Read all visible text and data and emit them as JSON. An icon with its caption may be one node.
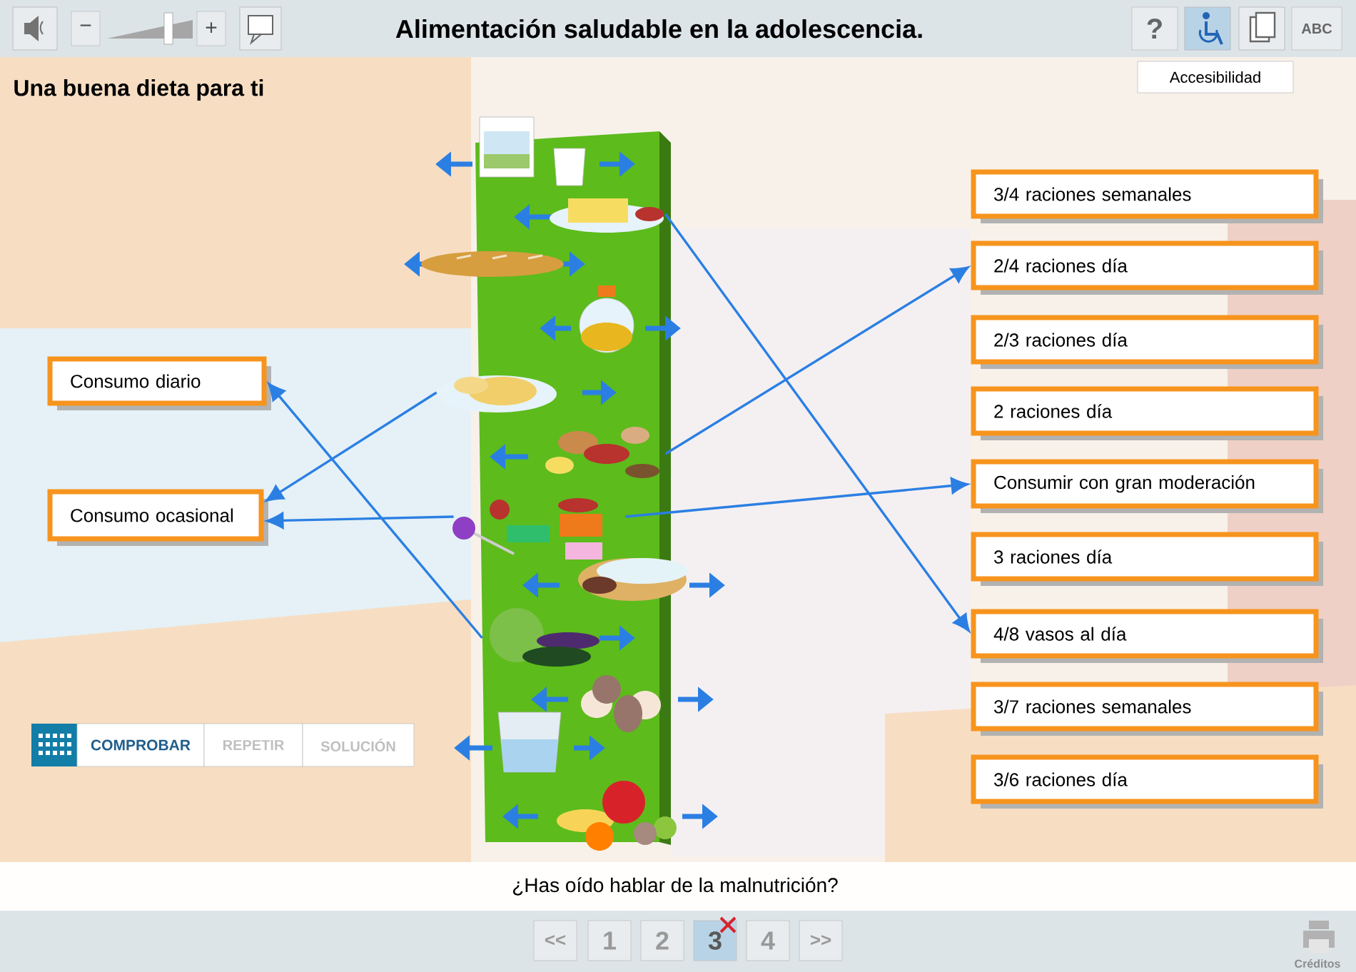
{
  "diagram": {
    "title": "Alimentación saludable en la adolescencia.",
    "nodes": [
      {
        "text": [
          "Consumo diario"
        ]
      },
      {
        "text": [
          "Consumo ocasional"
        ]
      },
      {
        "text": [],
        "shape": "picture"
      },
      {
        "text": [],
        "shape": "picture"
      },
      {
        "text": [],
        "shape": "picture"
      },
      {
        "text": [],
        "shape": "picture"
      },
      {
        "text": [],
        "shape": "picture"
      },
      {
        "text": [],
        "shape": "picture"
      },
      {
        "text": [],
        "shape": "picture"
      },
      {
        "text": [],
        "shape": "picture"
      },
      {
        "text": [],
        "shape": "picture"
      },
      {
        "text": [],
        "shape": "picture"
      },
      {
        "text": [],
        "shape": "picture"
      },
      {
        "text": [],
        "shape": "picture"
      },
      {
        "text": [
          "3/4 raciones semanales"
        ]
      },
      {
        "text": [
          "2/4 raciones día"
        ]
      },
      {
        "text": [
          "2/3 raciones día"
        ]
      },
      {
        "text": [
          "2 raciones día"
        ]
      },
      {
        "text": [
          "Consumir con gran moderación"
        ]
      },
      {
        "text": [
          "3 raciones día"
        ]
      },
      {
        "text": [
          "4/8 vasos al día"
        ]
      },
      {
        "text": [
          "3/7 raciones semanales"
        ]
      },
      {
        "text": [
          "3/6 raciones día"
        ]
      }
    ],
    "edges": [
      {
        "from": 3,
        "to": 20,
        "arrow": "to"
      },
      {
        "from": 7,
        "to": 15,
        "arrow": "to"
      },
      {
        "from": 8,
        "to": 18,
        "arrow": "to"
      },
      {
        "from": 6,
        "to": 1,
        "arrow": "to"
      },
      {
        "from": 8,
        "to": 1,
        "arrow": "to"
      },
      {
        "from": 10,
        "to": 0,
        "arrow": "to"
      }
    ],
    "labels": [
      "−",
      "+",
      "?",
      "ABC",
      "Accesibilidad",
      "Una buena dieta para ti",
      "COMPROBAR",
      "REPETIR",
      "SOLUCIÓN",
      "¿Has oído hablar de la malnutrición?",
      "<<",
      "1",
      "2",
      "3",
      "4",
      ">>",
      "Créditos"
    ]
  }
}
